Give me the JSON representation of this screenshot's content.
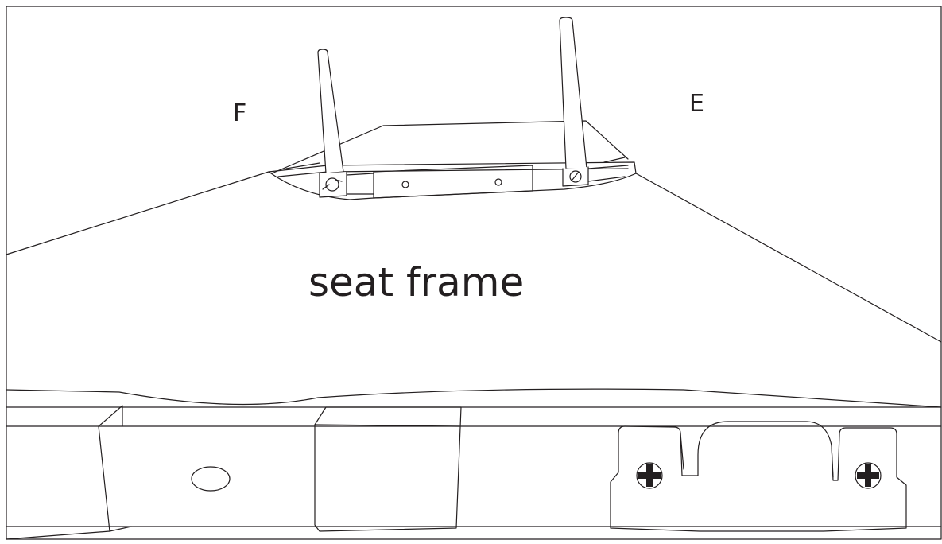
{
  "labels": {
    "left_pin": "F",
    "right_pin": "E",
    "frame": "seat frame"
  },
  "colors": {
    "line": "#231f20",
    "background": "#ffffff"
  }
}
